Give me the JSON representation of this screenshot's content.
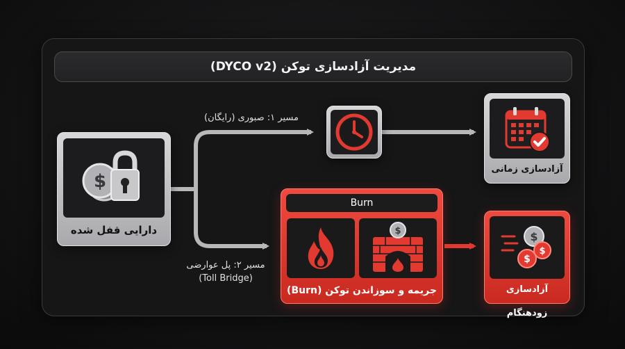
{
  "title": "مدیریت آزادسازی توکن (DYCO v2)",
  "nodes": {
    "locked_assets": {
      "label": "دارایی قفل شده",
      "icon": "coins-padlock-icon"
    },
    "timer": {
      "icon": "clock-icon"
    },
    "time_release": {
      "label": "آزادسازی زمانی",
      "icon": "calendar-check-icon"
    },
    "burn_block": {
      "header": "Burn",
      "label": "جریمه و سوزاندن توکن (Burn)",
      "icons": [
        "flame-icon",
        "furnace-coin-icon"
      ]
    },
    "early_release": {
      "label": "آزادسازی زودهنگام",
      "icon": "flying-coins-icon"
    }
  },
  "paths": {
    "path1": "مسیر ۱: صبوری (رایگان)",
    "path2_line1": "مسیر ۲: پل عوارضی",
    "path2_line2": "(Toll Bridge)"
  },
  "colors": {
    "accent_red": "#e23a30",
    "gray_card": "#c4c4c7",
    "dark_bg": "#111112"
  }
}
